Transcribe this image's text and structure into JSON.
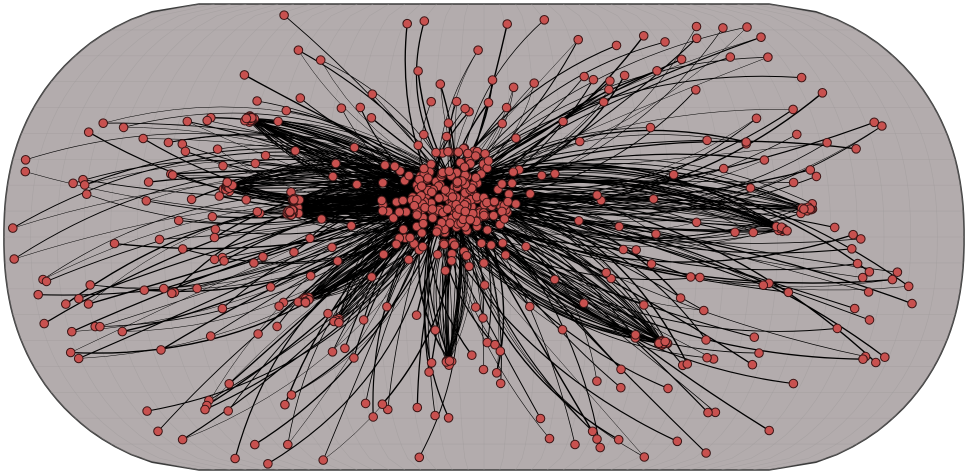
{
  "diagram": {
    "type": "network-graph-on-world-projection",
    "projection": "robinson",
    "colors": {
      "ocean": "#b3acad",
      "outline": "#3c3c3c",
      "grid": "#9f9a9b",
      "node_fill": "#c8514f",
      "node_stroke": "#3a1515",
      "edge": "#000000"
    },
    "hub_count": 6,
    "node_count": 520,
    "cluster_count": 10,
    "random_seed": 7
  }
}
